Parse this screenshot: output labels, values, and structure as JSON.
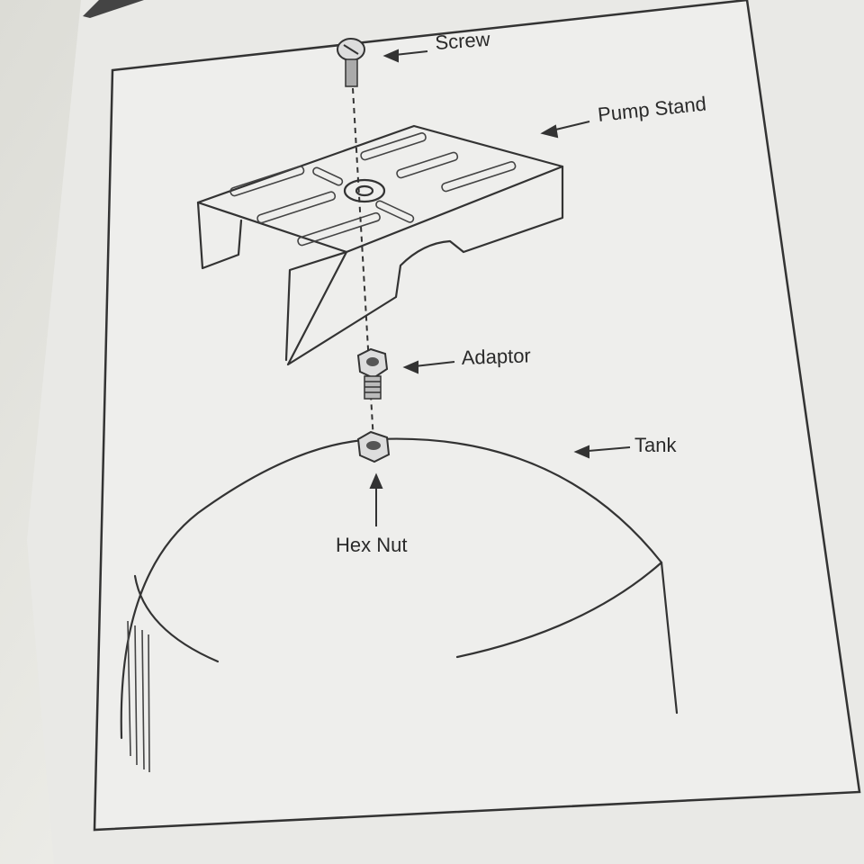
{
  "diagram": {
    "labels": {
      "screw": "Screw",
      "pump_stand": "Pump Stand",
      "adaptor": "Adaptor",
      "tank": "Tank",
      "hex_nut": "Hex Nut"
    },
    "colors": {
      "paper": "#ececea",
      "ink": "#333333"
    }
  }
}
